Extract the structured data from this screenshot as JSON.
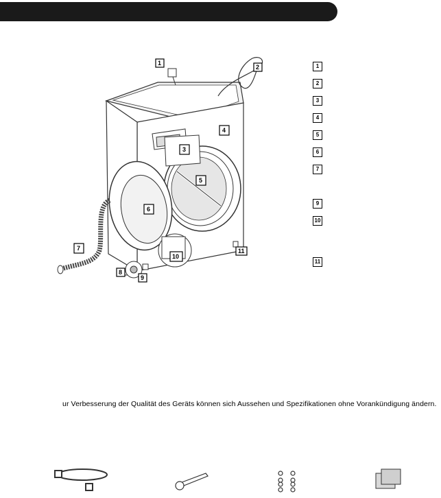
{
  "header": {
    "title": ""
  },
  "diagram": {
    "callouts": [
      "1",
      "2",
      "3",
      "4",
      "5",
      "6",
      "7",
      "8",
      "9",
      "10",
      "11"
    ]
  },
  "legend": {
    "items": [
      "1",
      "2",
      "3",
      "4",
      "5",
      "6",
      "7",
      "9",
      "10",
      "11"
    ]
  },
  "notice": "ur Verbesserung der Qualität des Geräts können sich Aussehen und Spezifikationen ohne Vorankündigung ändern.",
  "accessories": [
    {
      "icon": "hose-icon"
    },
    {
      "icon": "wrench-icon"
    },
    {
      "icon": "caps-icon"
    },
    {
      "icon": "pads-icon"
    }
  ]
}
